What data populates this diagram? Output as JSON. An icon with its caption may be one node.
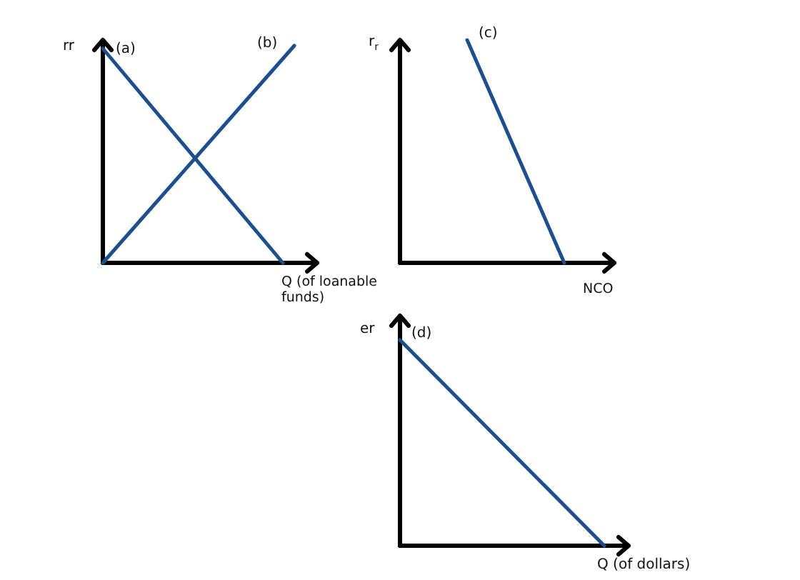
{
  "diagram": {
    "labels": [
      "rr",
      "(a)",
      "(b)",
      "r$_{r}$",
      "(c)",
      "Q (of loanable funds)",
      "NCO",
      "er",
      "(d)",
      "Q (of dollars)"
    ]
  }
}
